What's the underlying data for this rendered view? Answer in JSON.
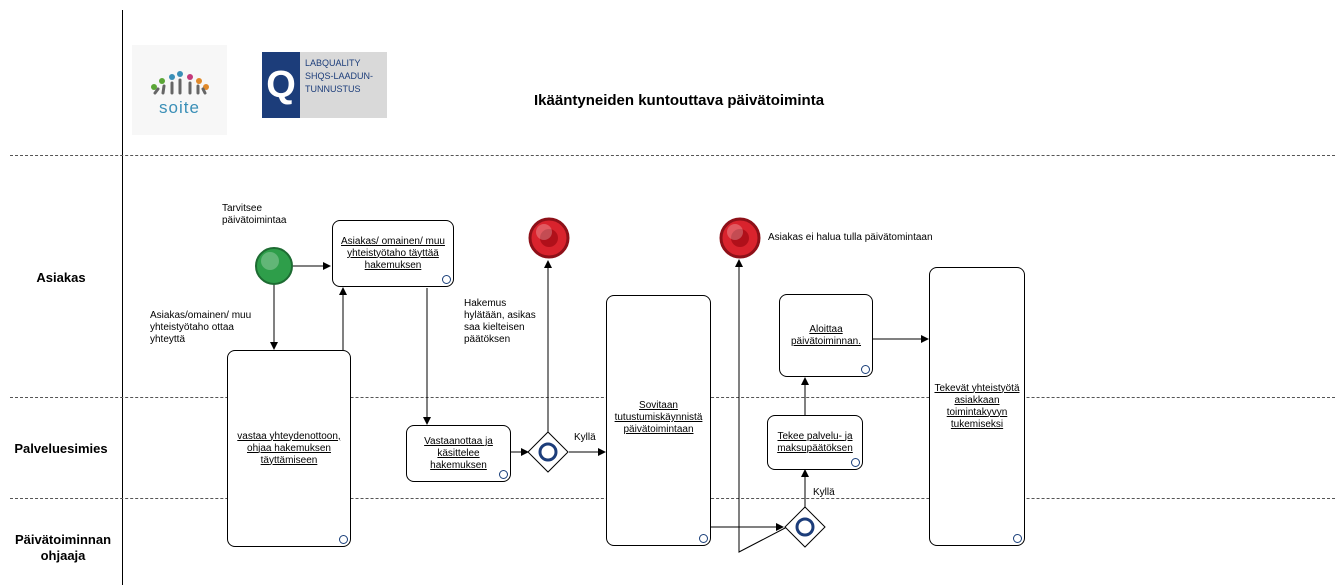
{
  "title": "Ikääntyneiden kuntouttava päivätoiminta",
  "logos": {
    "soite": "soite",
    "labquality": [
      "LABQUALITY",
      "SHQS-LAADUN-",
      "TUNNUSTUS"
    ]
  },
  "lanes": [
    "Asiakas",
    "Palveluesimies",
    "Päivätoiminnan ohjaaja"
  ],
  "tasks": {
    "t1": "Asiakas/ omainen/ muu yhteistyötaho täyttää hakemuksen",
    "t2": "vastaa yhteydenottoon, ohjaa hakemuksen täyttämiseen",
    "t3": "Vastaanottaa ja käsittelee hakemuksen",
    "t4": "Sovitaan tutustumiskäynnistä päivätoimintaan",
    "t5": "Aloittaa päivätoiminnan.",
    "t6": "Tekee palvelu- ja maksupäätöksen",
    "t7": "Tekevät yhteistyötä asiakkaan toimintakyvyn tukemiseksi"
  },
  "notes": {
    "start": "Tarvitsee päivätoimintaa",
    "contact": "Asiakas/omainen/ muu yhteistyötaho ottaa yhteyttä",
    "rejected": "Hakemus hylätään, asikas saa kielteisen päätöksen",
    "refuses": "Asiakas ei halua tulla päivätomintaan",
    "yes1": "Kyllä",
    "yes2": "Kyllä"
  },
  "colors": {
    "start_event": "#2e9e4a",
    "end_event": "#d9232d",
    "logo_blue": "#1c3d7a"
  }
}
